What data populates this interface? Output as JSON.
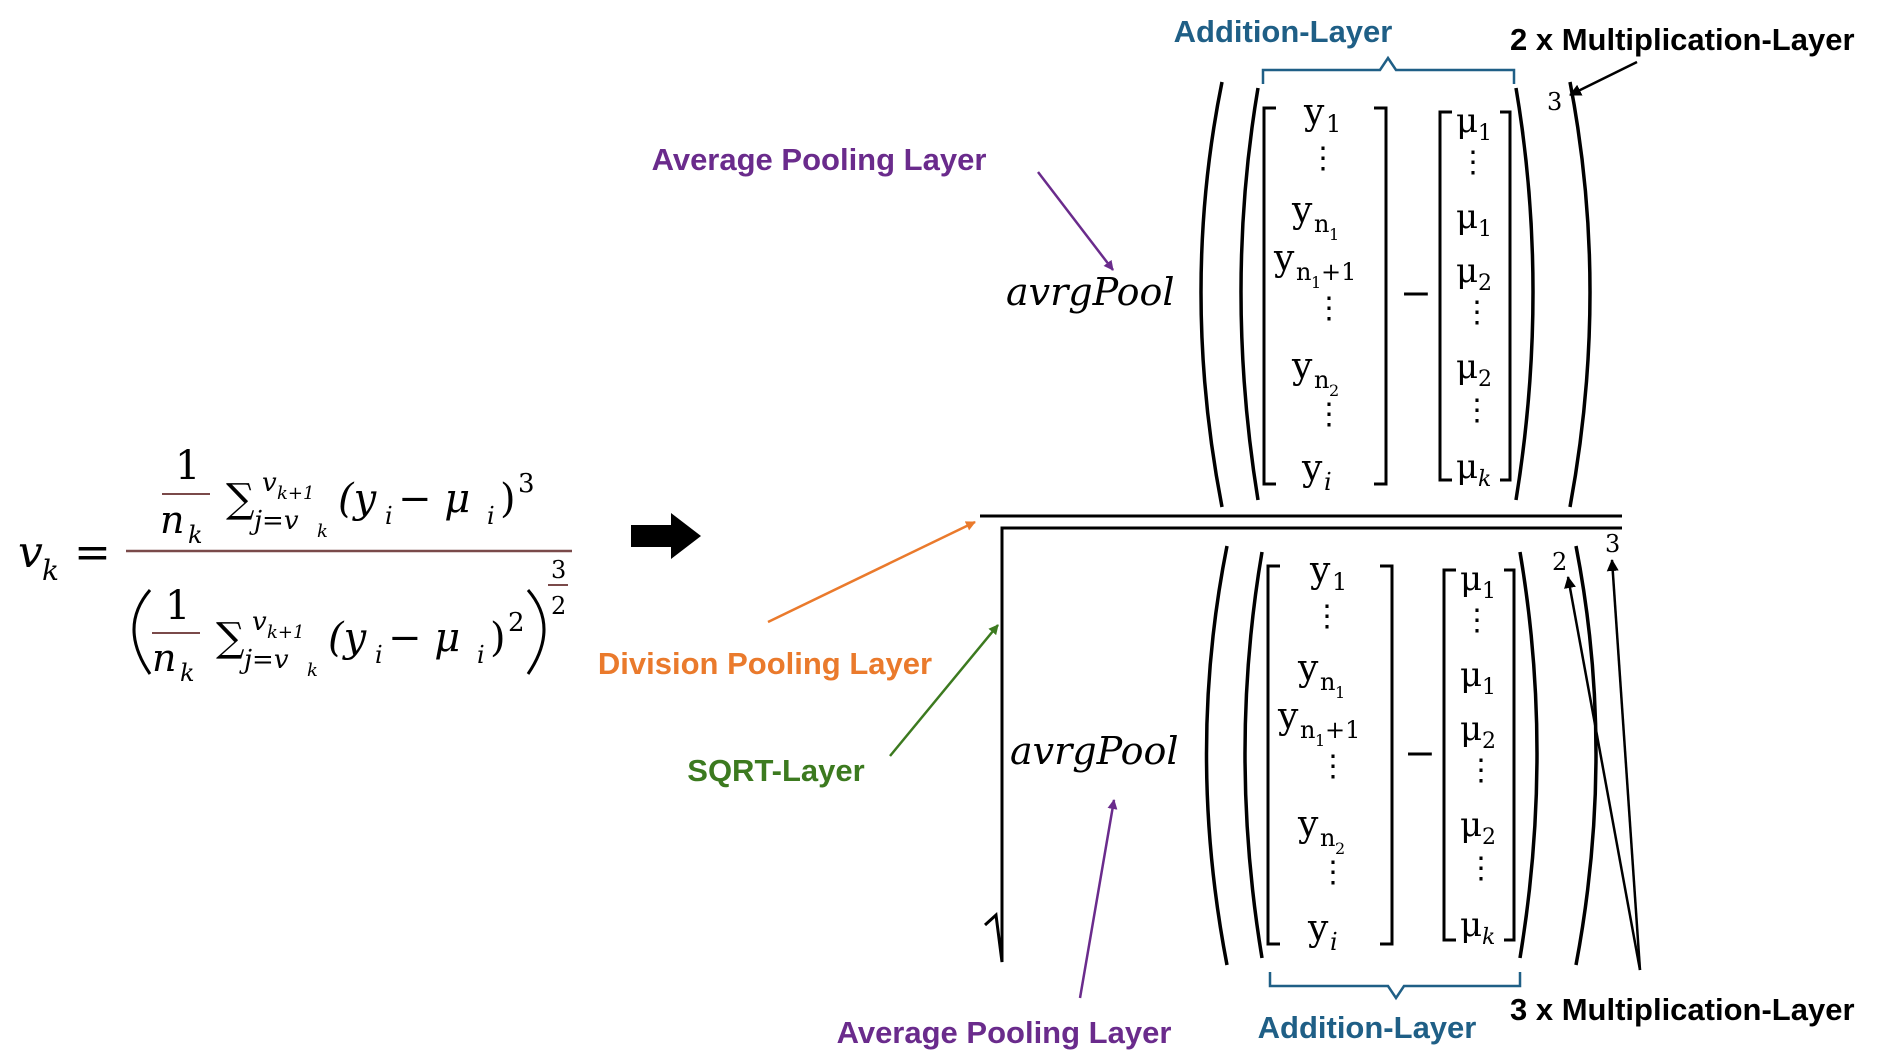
{
  "formula": {
    "lhs_var": "v",
    "lhs_sub": "k",
    "equals": "=",
    "one": "1",
    "n": "n",
    "k": "k",
    "sigma": "∑",
    "sum_upper": "v",
    "sum_upper_sub": "k+1",
    "sum_lower": "j=v",
    "sum_lower_sub": "k",
    "term_open": "(y",
    "term_i": "i",
    "minus": " − μ",
    "term_close": ")",
    "cube": "3",
    "square": "2",
    "exp_num": "3",
    "exp_den": "2"
  },
  "arrow": {
    "name": "implies-arrow"
  },
  "avrgpool": "avrgPool",
  "vector_y": [
    "y",
    "⋮",
    "y",
    "y",
    "⋮",
    "y",
    "⋮",
    "y"
  ],
  "vector_y_subs": {
    "n1": "n",
    "one": "1",
    "n1plus1": "+1",
    "n2": "n",
    "two": "2",
    "i": "i"
  },
  "vector_mu": [
    "μ",
    "⋮",
    "μ",
    "μ",
    "⋮",
    "μ",
    "⋮",
    "μ"
  ],
  "vector_mu_subs": [
    "1",
    "1",
    "2",
    "2",
    "k"
  ],
  "matrix_minus": "−",
  "top_power": "3",
  "bottom_inner_power": "2",
  "bottom_outer_power": "3",
  "labels": {
    "addition_top": "Addition-Layer",
    "multiplication_top": "2 x Multiplication-Layer",
    "avg_pool_top": "Average Pooling Layer",
    "division": "Division Pooling Layer",
    "sqrt": "SQRT-Layer",
    "avg_pool_bottom": "Average Pooling Layer",
    "addition_bottom": "Addition-Layer",
    "multiplication_bottom": "3 x Multiplication-Layer"
  },
  "colors": {
    "addition": "#1f5f86",
    "avg_pool": "#6a2b8c",
    "division": "#ea7a2c",
    "sqrt": "#3c7a1f",
    "black": "#000000"
  }
}
